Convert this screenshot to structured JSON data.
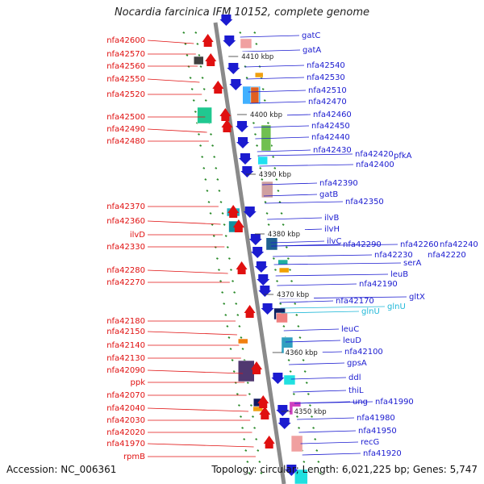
{
  "title": "Nocardia farcinica IFM 10152, complete genome",
  "accession": "Accession: NC_006361",
  "summary": "Topology: circular; Length: 6,021,225 bp; Genes: 5,747",
  "colors": {
    "left": "#e01010",
    "right": "#1b1bd0",
    "cyan": "#20b8d8",
    "backbone": "#8a8a8a",
    "tick": "#2a8a2a"
  },
  "left_labels": [
    "nfa42600",
    "nfa42570",
    "nfa42560",
    "nfa42550",
    "nfa42520",
    "nfa42500",
    "nfa42490",
    "nfa42480",
    "nfa42370",
    "nfa42360",
    "ilvD",
    "nfa42330",
    "nfa42280",
    "nfa42270",
    "nfa42180",
    "nfa42150",
    "nfa42140",
    "nfa42130",
    "nfa42090",
    "ppk",
    "nfa42070",
    "nfa42040",
    "nfa42030",
    "nfa42020",
    "nfa41970",
    "rpmB"
  ],
  "right_labels": [
    "gatC",
    "gatA",
    "nfa42540",
    "nfa42530",
    "nfa42510",
    "nfa42470",
    "nfa42460",
    "nfa42450",
    "nfa42440",
    "nfa42430",
    "nfa42420",
    "pfkA",
    "nfa42400",
    "nfa42390",
    "gatB",
    "nfa42350",
    "ilvB",
    "ilvH",
    "ilvC",
    "nfa42290",
    "nfa42260",
    "nfa42240",
    "nfa42230",
    "nfa42220",
    "serA",
    "leuB",
    "nfa42190",
    "nfa42170",
    "gltX",
    "glnU",
    "glnU",
    "leuC",
    "leuD",
    "nfa42100",
    "gpsA",
    "ddl",
    "thiL",
    "ung",
    "nfa41990",
    "nfa41980",
    "nfa41950",
    "recG",
    "nfa41920"
  ],
  "ticks": [
    "4410 kbp",
    "4400 kbp",
    "4390 kbp",
    "4380 kbp",
    "4370 kbp",
    "4360 kbp",
    "4350 kbp"
  ]
}
